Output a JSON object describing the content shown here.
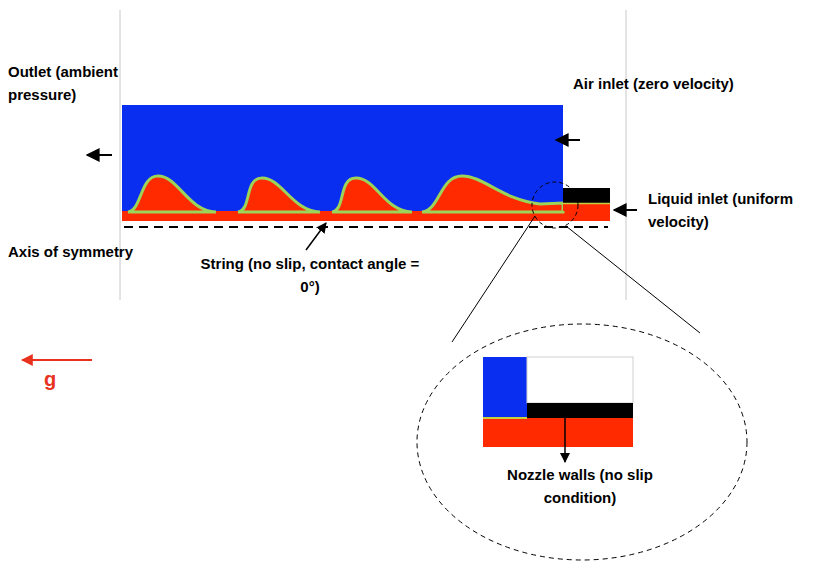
{
  "diagram": {
    "labels": [
      "Outlet (ambient pressure)",
      "Air inlet (zero velocity)",
      "Liquid inlet (uniform velocity)",
      "Axis of symmetry",
      "String (no slip, contact angle = 0°)",
      "g",
      "Nozzle walls (no slip condition)"
    ]
  }
}
